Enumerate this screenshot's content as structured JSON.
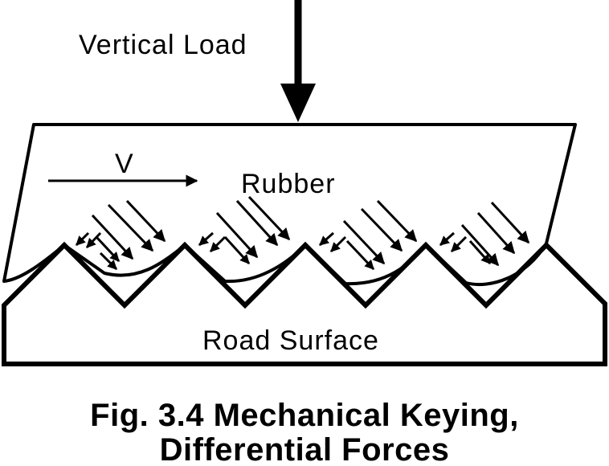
{
  "labels": {
    "vertical_load": "Vertical Load",
    "velocity": "V",
    "rubber": "Rubber",
    "road_surface": "Road Surface"
  },
  "caption": {
    "line1": "Fig. 3.4 Mechanical Keying,",
    "line2": "Differential Forces"
  },
  "colors": {
    "stroke": "#000000",
    "background": "#ffffff"
  }
}
